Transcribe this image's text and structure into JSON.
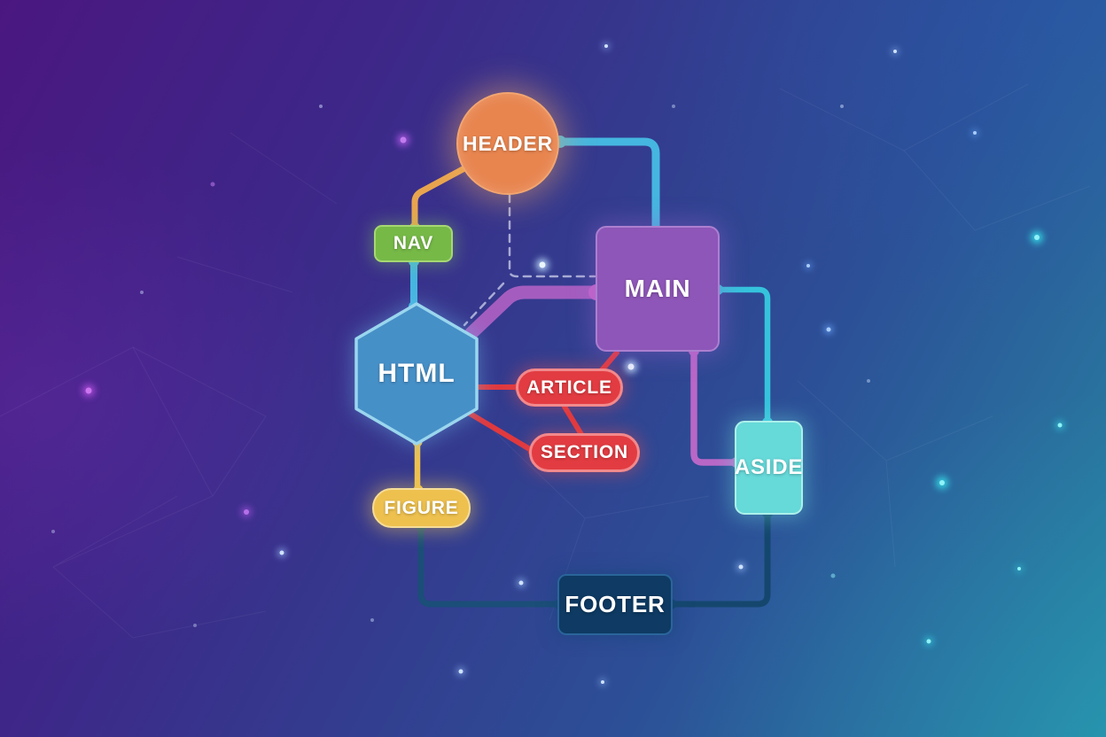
{
  "background": {
    "gradient_corners": {
      "top_left": "#4A1780",
      "top_right": "#2C4490",
      "bottom_left": "#36378A",
      "bottom_right": "#2787A3"
    },
    "decorations": [
      "particle-dots",
      "faint-constellation-mesh"
    ]
  },
  "diagram": {
    "type": "flowchart",
    "nodes": {
      "header": {
        "label": "HEADER",
        "shape": "circle",
        "fill": "#E8854F",
        "border": "#F2A570"
      },
      "nav": {
        "label": "NAV",
        "shape": "rounded-rect",
        "fill": "#76B947",
        "border": "#A6D872"
      },
      "main": {
        "label": "MAIN",
        "shape": "rounded-square",
        "fill": "#8E56B8",
        "border": "#AC7FD0"
      },
      "html": {
        "label": "HTML",
        "shape": "hexagon",
        "fill": "#4690C8",
        "border": "#9AD6EE"
      },
      "article": {
        "label": "ARTICLE",
        "shape": "pill",
        "fill": "#E23C42",
        "border": "#F2898C"
      },
      "section": {
        "label": "SECTION",
        "shape": "pill",
        "fill": "#E23C42",
        "border": "#F2898C"
      },
      "aside": {
        "label": "ASIDE",
        "shape": "rounded-rect",
        "fill": "#66D9D9",
        "border": "#ACF0EA"
      },
      "figure": {
        "label": "FIGURE",
        "shape": "pill",
        "fill": "#EEC14F",
        "border": "#F6DD97"
      },
      "footer": {
        "label": "FOOTER",
        "shape": "rounded-rect",
        "fill": "#0E3A63",
        "border": "#2A659A"
      }
    },
    "edges": [
      {
        "from": "header",
        "to": "nav",
        "color": "#E8A54E",
        "style": "solid"
      },
      {
        "from": "header",
        "to": "main",
        "color": "#45B6E0",
        "style": "solid"
      },
      {
        "from": "header",
        "to": "main",
        "color": "#CFD2EC",
        "style": "dashed"
      },
      {
        "from": "header",
        "to": "html",
        "color": "#CFD2EC",
        "style": "dashed"
      },
      {
        "from": "nav",
        "to": "html",
        "color": "#45B6E0",
        "style": "solid"
      },
      {
        "from": "html",
        "to": "main",
        "color": "#A45DBF",
        "style": "solid-thick"
      },
      {
        "from": "html",
        "to": "article",
        "color": "#E0393E",
        "style": "solid"
      },
      {
        "from": "html",
        "to": "section",
        "color": "#E0393E",
        "style": "solid"
      },
      {
        "from": "main",
        "to": "article",
        "color": "#E0393E",
        "style": "solid"
      },
      {
        "from": "article",
        "to": "section",
        "color": "#E0393E",
        "style": "solid"
      },
      {
        "from": "main",
        "to": "aside",
        "color": "#35C3DC",
        "style": "solid"
      },
      {
        "from": "main",
        "to": "aside",
        "color": "#B967C7",
        "style": "solid"
      },
      {
        "from": "html",
        "to": "figure",
        "color": "#ECC14F",
        "style": "solid"
      },
      {
        "from": "figure",
        "to": "footer",
        "color": "#1B4E78",
        "style": "solid"
      },
      {
        "from": "footer",
        "to": "aside",
        "color": "#15476E",
        "style": "solid"
      }
    ]
  }
}
